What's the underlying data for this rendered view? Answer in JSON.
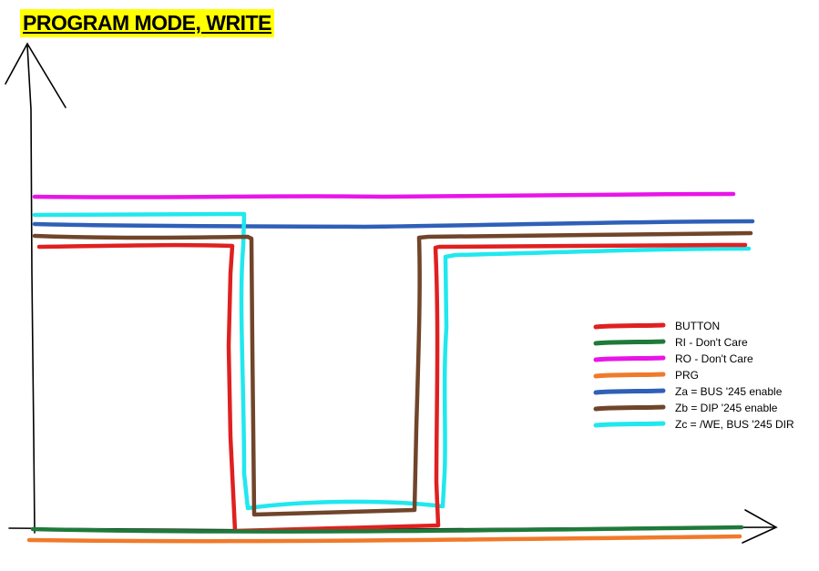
{
  "title": "PROGRAM MODE, WRITE",
  "legend": [
    {
      "label": "BUTTON",
      "color": "#e02020"
    },
    {
      "label": "RI - Don't Care",
      "color": "#1f7a3a"
    },
    {
      "label": "RO - Don't Care",
      "color": "#e815e8"
    },
    {
      "label": "PRG",
      "color": "#f07a2a"
    },
    {
      "label": "Za = BUS '245 enable",
      "color": "#2f60b8"
    },
    {
      "label": "Zb = DIP '245 enable",
      "color": "#70452a"
    },
    {
      "label": "Zc = /WE, BUS '245 DIR",
      "color": "#20e8ee"
    }
  ],
  "signals": {
    "button": {
      "color": "#e02020"
    },
    "ri": {
      "color": "#1f7a3a"
    },
    "ro": {
      "color": "#e815e8"
    },
    "prg": {
      "color": "#f07a2a"
    },
    "za": {
      "color": "#2f60b8"
    },
    "zb": {
      "color": "#70452a"
    },
    "zc": {
      "color": "#20e8ee"
    }
  }
}
